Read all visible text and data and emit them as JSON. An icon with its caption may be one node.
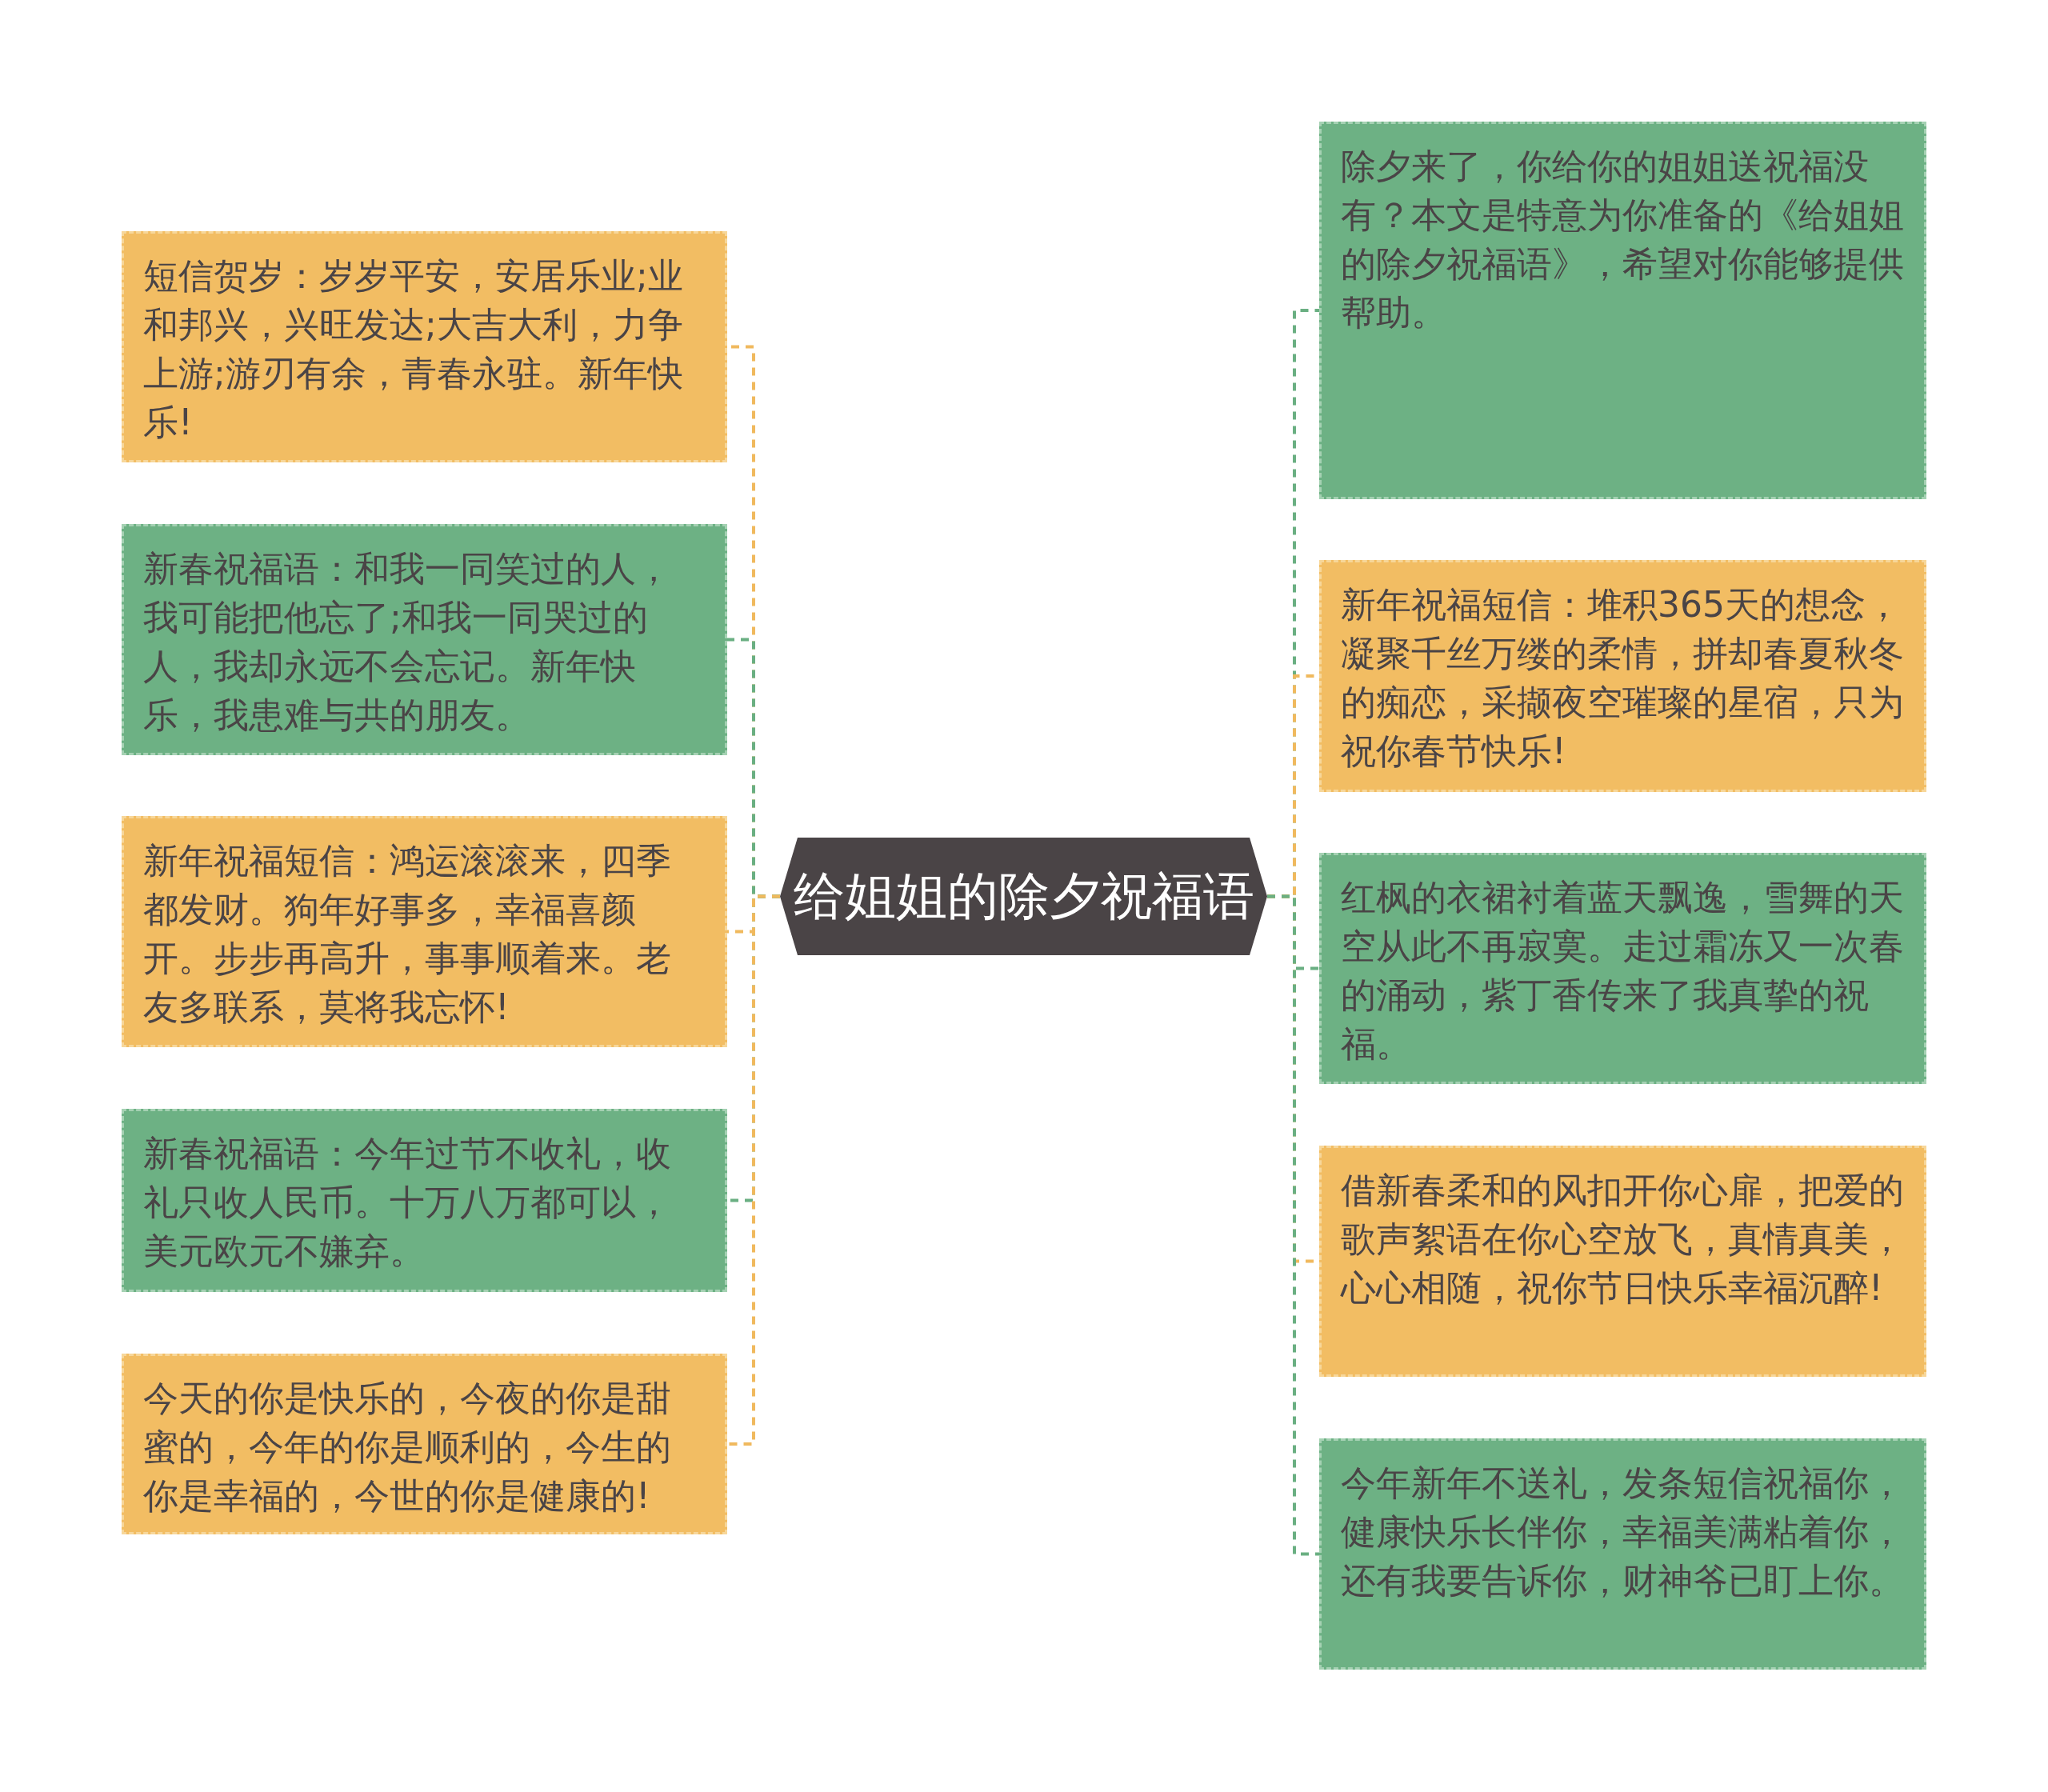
{
  "diagram": {
    "nodes": [
      {
        "text": [
          "给姐姐的除夕祝福语"
        ]
      },
      {
        "text": [
          "短信贺岁：岁岁平安，安居乐业;业和邦兴，兴旺发达;大吉大利，力争上游;游刃有余，青春永驻。新年快乐!"
        ]
      },
      {
        "text": [
          "新春祝福语：和我一同笑过的人，我可能把他忘了;和我一同哭过的人，我却永远不会忘记。新年快乐，我患难与共的朋友。"
        ]
      },
      {
        "text": [
          "新年祝福短信：鸿运滚滚来，四季都发财。狗年好事多，幸福喜颜开。步步再高升，事事顺着来。老友多联系，莫将我忘怀!"
        ]
      },
      {
        "text": [
          "新春祝福语：今年过节不收礼，收礼只收人民币。十万八万都可以，美元欧元不嫌弃。"
        ]
      },
      {
        "text": [
          "今天的你是快乐的，今夜的你是甜蜜的，今年的你是顺利的，今生的你是幸福的，今世的你是健康的!"
        ]
      },
      {
        "text": [
          "除夕来了，你给你的姐姐送祝福没有？本文是特意为你准备的《给姐姐的除夕祝福语》，希望对你能够提供帮助。"
        ]
      },
      {
        "text": [
          "新年祝福短信：堆积365天的想念，凝聚千丝万缕的柔情，拼却春夏秋冬的痴恋，采撷夜空璀璨的星宿，只为祝你春节快乐!"
        ]
      },
      {
        "text": [
          "红枫的衣裙衬着蓝天飘逸，雪舞的天空从此不再寂寞。走过霜冻又一次春的涌动，紫丁香传来了我真挚的祝福。"
        ]
      },
      {
        "text": [
          "借新春柔和的风扣开你心扉，把爱的歌声絮语在你心空放飞，真情真美，心心相随，祝你节日快乐幸福沉醉!"
        ]
      },
      {
        "text": [
          "今年新年不送礼，发条短信祝福你，健康快乐长伴你，幸福美满粘着你，还有我要告诉你，财神爷已盯上你。"
        ]
      }
    ],
    "edges": [
      {
        "from": 0,
        "to": 1,
        "arrow": "none",
        "style": "dashed",
        "color": "#f0b95e"
      },
      {
        "from": 0,
        "to": 2,
        "arrow": "none",
        "style": "dashed",
        "color": "#6aaf82"
      },
      {
        "from": 0,
        "to": 3,
        "arrow": "none",
        "style": "dashed",
        "color": "#f0b95e"
      },
      {
        "from": 0,
        "to": 4,
        "arrow": "none",
        "style": "dashed",
        "color": "#6aaf82"
      },
      {
        "from": 0,
        "to": 5,
        "arrow": "none",
        "style": "dashed",
        "color": "#f0b95e"
      },
      {
        "from": 0,
        "to": 6,
        "arrow": "none",
        "style": "dashed",
        "color": "#6aaf82"
      },
      {
        "from": 0,
        "to": 7,
        "arrow": "none",
        "style": "dashed",
        "color": "#f0b95e"
      },
      {
        "from": 0,
        "to": 8,
        "arrow": "none",
        "style": "dashed",
        "color": "#6aaf82"
      },
      {
        "from": 0,
        "to": 9,
        "arrow": "none",
        "style": "dashed",
        "color": "#f0b95e"
      },
      {
        "from": 0,
        "to": 10,
        "arrow": "none",
        "style": "dashed",
        "color": "#6aaf82"
      }
    ]
  }
}
